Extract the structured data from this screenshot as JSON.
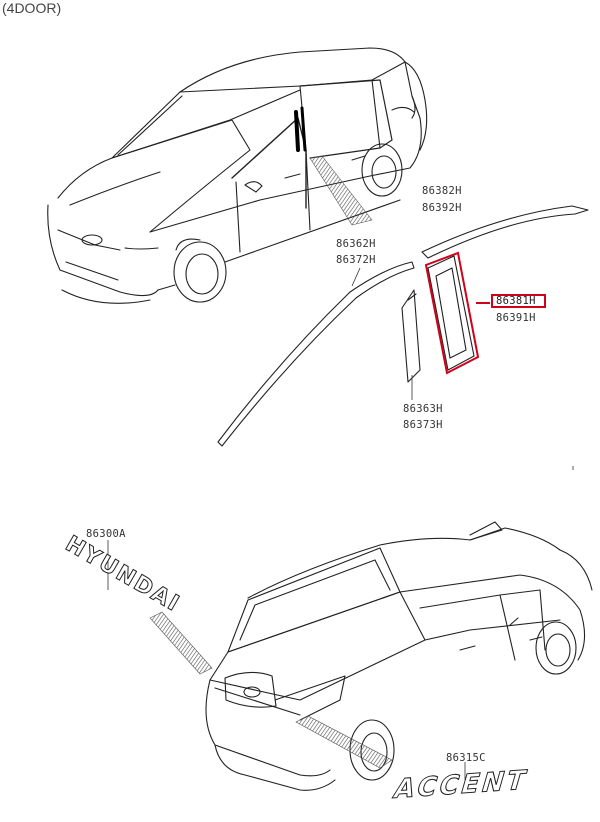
{
  "header": {
    "variant": "(4DOOR)"
  },
  "parts": {
    "p86382H": "86382H",
    "p86392H": "86392H",
    "p86362H": "86362H",
    "p86372H": "86372H",
    "p86381H": "86381H",
    "p86391H": "86391H",
    "p86363H": "86363H",
    "p86373H": "86373H",
    "p86300A": "86300A",
    "p86315C": "86315C"
  },
  "emblems": {
    "brand_wordmark": "HYUNDAI",
    "model_wordmark": "ACCENT"
  },
  "colors": {
    "line": "#222222",
    "highlight": "#d0021b",
    "hatch": "#555555"
  }
}
